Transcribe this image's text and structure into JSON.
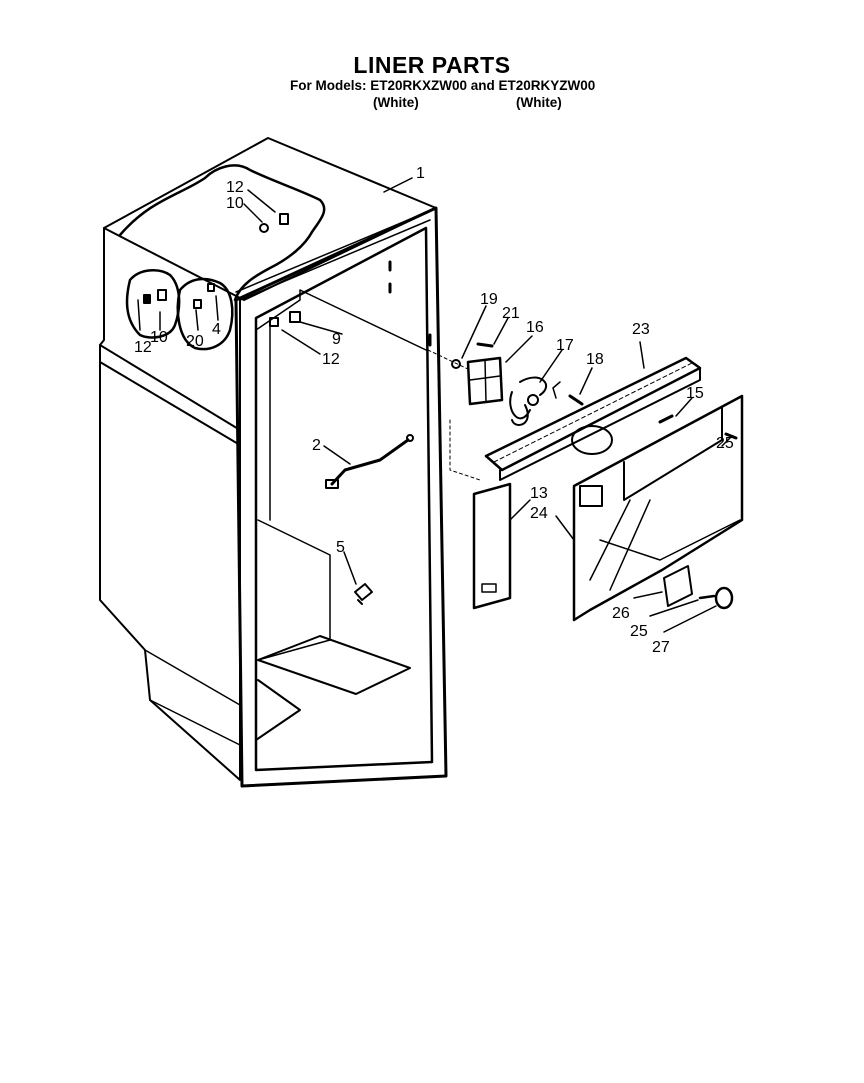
{
  "header": {
    "title": "LINER PARTS",
    "models_line": "For Models: ET20RKXZW00 and ET20RKYZW00",
    "color_1": "(White)",
    "color_2": "(White)"
  },
  "callouts": {
    "c1": "1",
    "c2": "2",
    "c4": "4",
    "c5": "5",
    "c9": "9",
    "c10a": "10",
    "c10b": "10",
    "c12a": "12",
    "c12b": "12",
    "c12c": "12",
    "c13": "13",
    "c15": "15",
    "c16": "16",
    "c17": "17",
    "c18": "18",
    "c19": "19",
    "c20": "20",
    "c21": "21",
    "c23": "23",
    "c24": "24",
    "c25a": "25",
    "c25b": "25",
    "c26": "26",
    "c27": "27"
  }
}
